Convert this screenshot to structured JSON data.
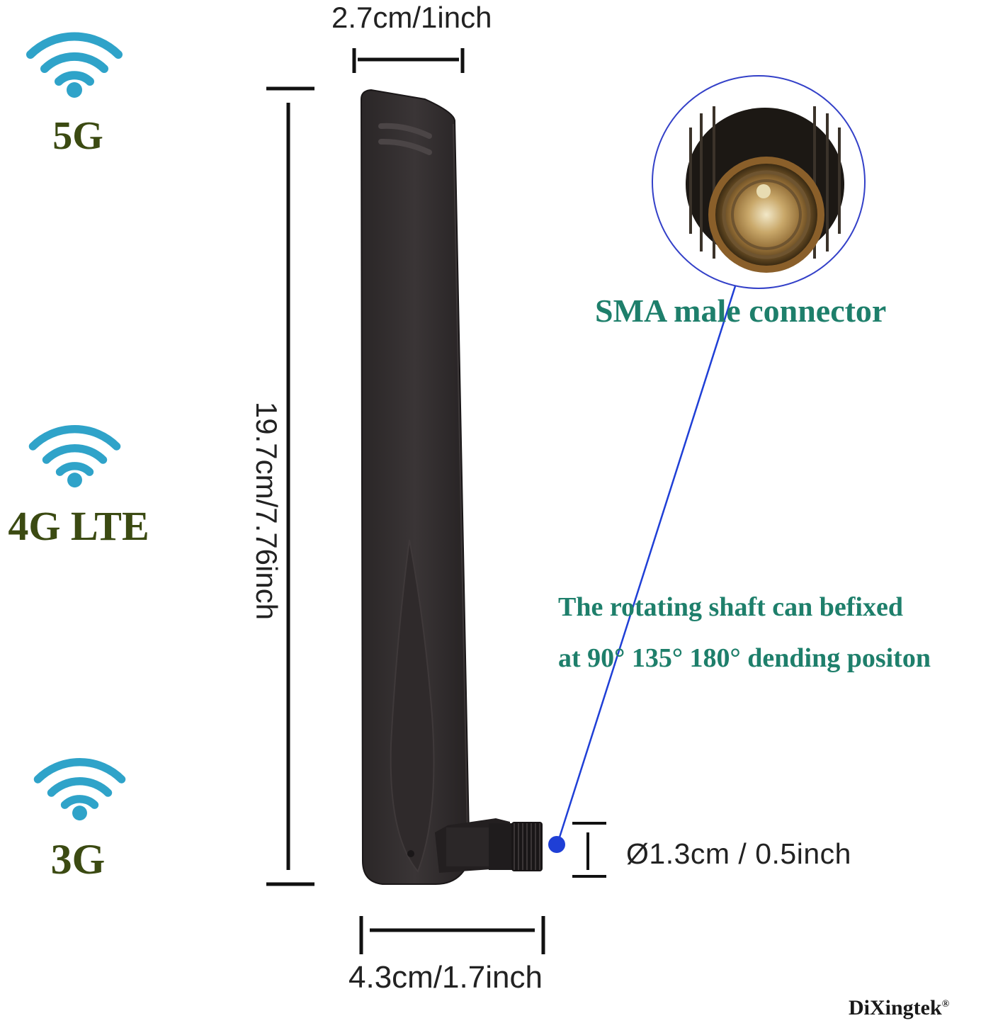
{
  "bands": [
    {
      "label": "5G",
      "icon": "wifi-icon"
    },
    {
      "label": "4G LTE",
      "icon": "wifi-icon"
    },
    {
      "label": "3G",
      "icon": "wifi-icon"
    }
  ],
  "dimensions": {
    "top_width": "2.7cm/1inch",
    "height": "19.7cm/7.76inch",
    "bottom_width": "4.3cm/1.7inch",
    "diameter": "Ø1.3cm / 0.5inch"
  },
  "connector": {
    "label": "SMA male connector"
  },
  "rotation_note": {
    "line1": "The rotating shaft can befixed",
    "line2": "at 90° 135° 180° dending positon"
  },
  "brand": {
    "name": "DiXingtek",
    "mark": "®"
  },
  "colors": {
    "band_text": "#3b4a12",
    "note_text": "#1e7f6b",
    "wifi_icon": "#2fa3c9",
    "pointer_line": "#1f3fd6"
  }
}
